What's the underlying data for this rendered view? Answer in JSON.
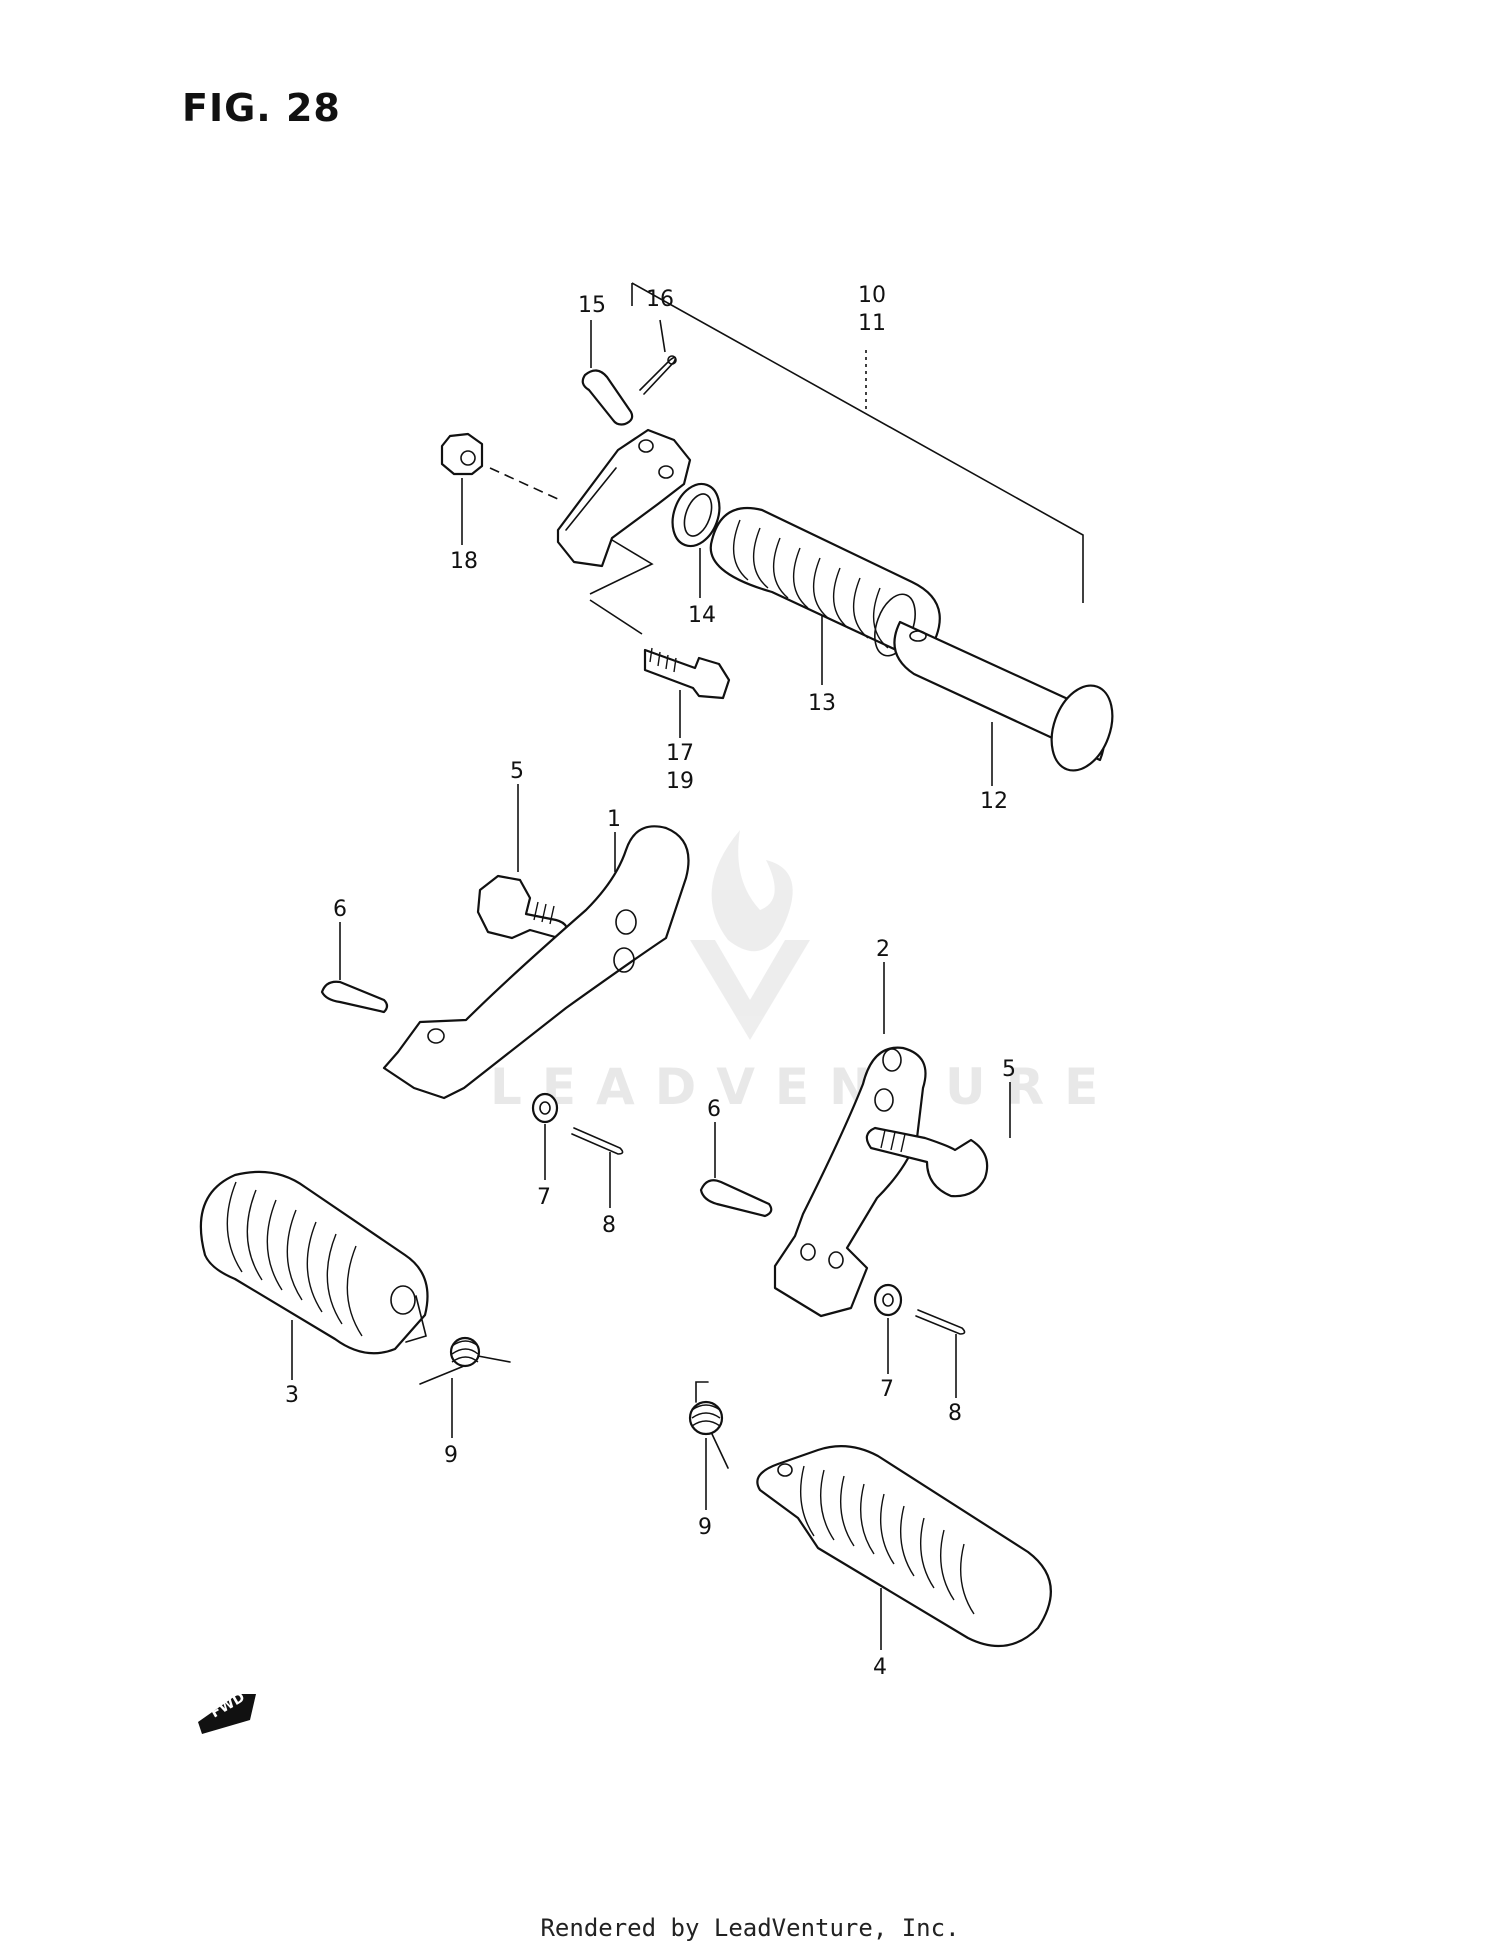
{
  "figure": {
    "title": "FIG. 28"
  },
  "callouts": {
    "c10": "10",
    "c11": "11",
    "c12": "12",
    "c13": "13",
    "c14": "14",
    "c15": "15",
    "c16": "16",
    "c17": "17",
    "c18": "18",
    "c19": "19",
    "c1": "1",
    "c2": "2",
    "c3": "3",
    "c4": "4",
    "c5a": "5",
    "c5b": "5",
    "c6a": "6",
    "c6b": "6",
    "c7a": "7",
    "c7b": "7",
    "c8a": "8",
    "c8b": "8",
    "c9a": "9",
    "c9b": "9"
  },
  "direction_marker": {
    "label": "FWD"
  },
  "watermark": {
    "text": "LEADVENTURE"
  },
  "footer": {
    "text": "Rendered by LeadVenture, Inc."
  }
}
